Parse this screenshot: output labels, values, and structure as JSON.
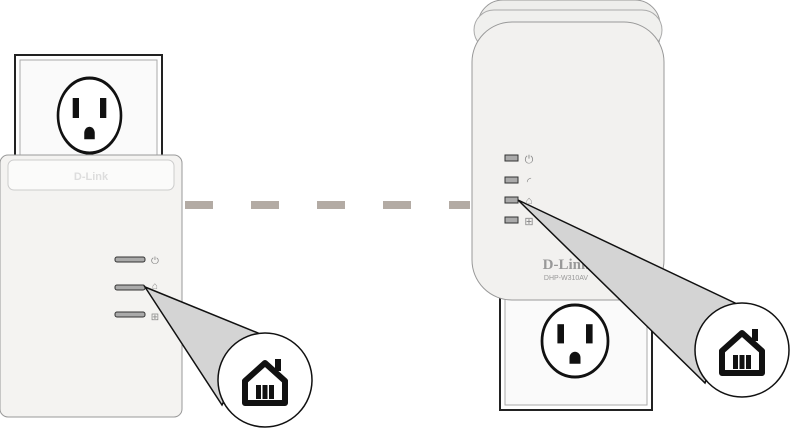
{
  "left_adapter": {
    "brand": "D-Link",
    "leds": [
      "power-icon",
      "powerline-home-icon",
      "ethernet-icon"
    ],
    "callout_icon": "home-icon"
  },
  "right_adapter": {
    "brand": "D-Link",
    "model": "DHP-W310AV",
    "leds": [
      "power-icon",
      "wifi-icon",
      "powerline-home-icon",
      "ethernet-icon"
    ],
    "callout_icon": "home-icon"
  },
  "colors": {
    "connection_line": "#b3aba4",
    "callout_fill": "#d4d4d4",
    "body": "#f4f3f1"
  }
}
